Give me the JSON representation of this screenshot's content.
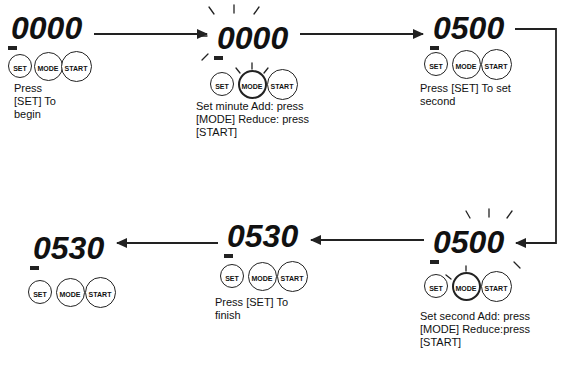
{
  "diagram": {
    "nodes": [
      {
        "text": [
          "0000",
          "Press [SET] To begin"
        ]
      },
      {
        "text": [
          "SET"
        ]
      },
      {
        "text": [
          "MODE"
        ]
      },
      {
        "text": [
          "START"
        ]
      },
      {
        "text": [
          "0000",
          "Set minute Add: press [MODE] Reduce: press [START]"
        ]
      },
      {
        "text": [
          "SET"
        ]
      },
      {
        "text": [
          "MODE"
        ]
      },
      {
        "text": [
          "START"
        ]
      },
      {
        "text": [
          "0500",
          "Press [SET] To set second"
        ]
      },
      {
        "text": [
          "SET"
        ]
      },
      {
        "text": [
          "MODE"
        ]
      },
      {
        "text": [
          "START"
        ]
      },
      {
        "text": [
          "0500",
          "Set second Add: press [MODE] Reduce:press [START]"
        ]
      },
      {
        "text": [
          "SET"
        ]
      },
      {
        "text": [
          "MODE"
        ]
      },
      {
        "text": [
          "START"
        ]
      },
      {
        "text": [
          "0530",
          "Press [SET] To finish"
        ]
      },
      {
        "text": [
          "SET"
        ]
      },
      {
        "text": [
          "MODE"
        ]
      },
      {
        "text": [
          "START"
        ]
      },
      {
        "text": [
          "0530"
        ]
      },
      {
        "text": [
          "SET"
        ]
      },
      {
        "text": [
          "MODE"
        ]
      },
      {
        "text": [
          "START"
        ]
      }
    ],
    "edges": [
      {
        "from": 0,
        "to": 4,
        "arrow": "to"
      },
      {
        "from": 4,
        "to": 8,
        "arrow": "to"
      },
      {
        "from": 8,
        "to": 12,
        "arrow": "to"
      },
      {
        "from": 12,
        "to": 16,
        "arrow": "to"
      },
      {
        "from": 16,
        "to": 20,
        "arrow": "to"
      }
    ]
  }
}
